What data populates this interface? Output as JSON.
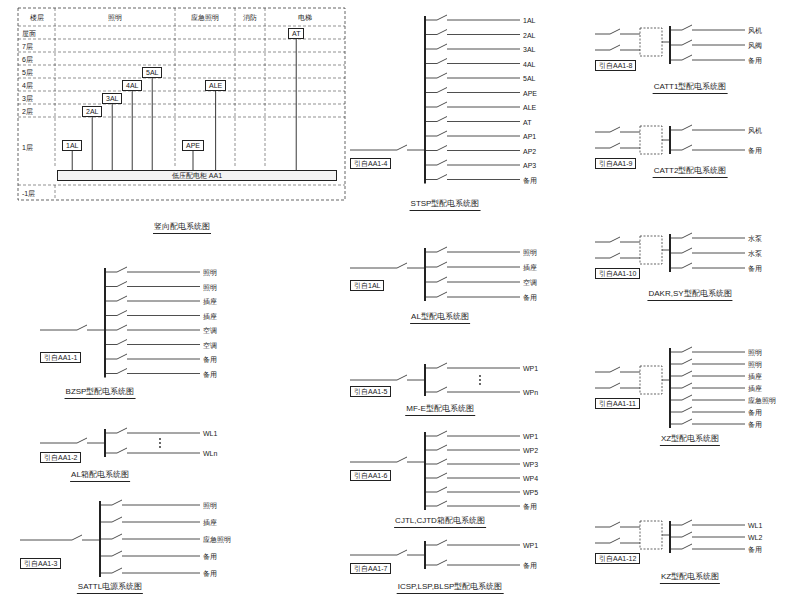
{
  "diagram": {
    "nodes": [
      {
        "text": [
          "低压配电柜 AA1"
        ]
      },
      {
        "text": [
          "1AL"
        ],
        "in": 0
      },
      {
        "text": [
          "2AL"
        ]
      },
      {
        "text": [
          "3AL"
        ]
      },
      {
        "text": [
          "4AL"
        ]
      },
      {
        "text": [
          "5AL"
        ]
      },
      {
        "text": [
          "APE"
        ]
      },
      {
        "text": [
          "ALE"
        ]
      },
      {
        "text": [
          "AT"
        ]
      },
      {
        "text": [
          "引自AA1-1"
        ]
      },
      {
        "text": [
          "引自AA1-2"
        ]
      },
      {
        "text": [
          "引自AA1-3"
        ]
      },
      {
        "text": [
          "引自AA1-4"
        ]
      },
      {
        "text": [
          "引自1AL"
        ]
      },
      {
        "text": [
          "引自AA1-5"
        ]
      },
      {
        "text": [
          "引自AA1-6"
        ]
      },
      {
        "text": [
          "引自AA1-7"
        ]
      },
      {
        "text": [
          "引自AA1-8"
        ]
      },
      {
        "text": [
          "引自AA1-9"
        ]
      },
      {
        "text": [
          "引自AA1-10"
        ]
      },
      {
        "text": [
          "引自AA1-11"
        ]
      },
      {
        "text": [
          "引自AA1-12"
        ]
      }
    ],
    "edges": [
      {
        "from": 0,
        "to": 1,
        "arrow": "none"
      },
      {
        "from": 0,
        "to": 2,
        "arrow": "none"
      },
      {
        "from": 0,
        "to": 3,
        "arrow": "none"
      },
      {
        "from": 0,
        "to": 4,
        "arrow": "none"
      },
      {
        "from": 0,
        "to": 5,
        "arrow": "none"
      },
      {
        "from": 0,
        "to": 6,
        "arrow": "none"
      },
      {
        "from": 0,
        "to": 7,
        "arrow": "none"
      },
      {
        "from": 0,
        "to": 8,
        "arrow": "none"
      }
    ],
    "labels": [
      "楼层",
      "照明",
      "应急照明",
      "消防",
      "电梯",
      "屋面",
      "7层",
      "6层",
      "5层",
      "4层",
      "3层",
      "2层",
      "1层",
      "-1层",
      "竖向配电系统图",
      "BZSP型配电系统图",
      "照明",
      "照明",
      "插座",
      "插座",
      "空调",
      "空调",
      "备用",
      "备用",
      "AL箱配电系统图",
      "WL1",
      "WLn",
      "SATTL电源系统图",
      "照明",
      "插座",
      "应急照明",
      "备用",
      "备用",
      "STSP型配电系统图",
      "1AL",
      "2AL",
      "3AL",
      "4AL",
      "5AL",
      "APE",
      "ALE",
      "AT",
      "AP1",
      "AP2",
      "AP3",
      "备用",
      "AL型配电系统图",
      "照明",
      "插座",
      "空调",
      "备用",
      "MF-E型配电系统图",
      "WP1",
      "WPn",
      "CJTL,CJTD箱配电系统图",
      "WP1",
      "WP2",
      "WP3",
      "WP4",
      "WP5",
      "备用",
      "ICSP,LSP,BLSP型配电系统图",
      "WP1",
      "备用",
      "CATT1型配电系统图",
      "风机",
      "风阀",
      "备用",
      "CATT2型配电系统图",
      "风机",
      "备用",
      "DAKR,SY型配电系统图",
      "水泵",
      "水泵",
      "备用",
      "XZ型配电系统图",
      "照明",
      "照明",
      "插座",
      "插座",
      "应急照明",
      "备用",
      "备用",
      "KZ型配电系统图",
      "WL1",
      "WL2",
      "备用"
    ]
  }
}
